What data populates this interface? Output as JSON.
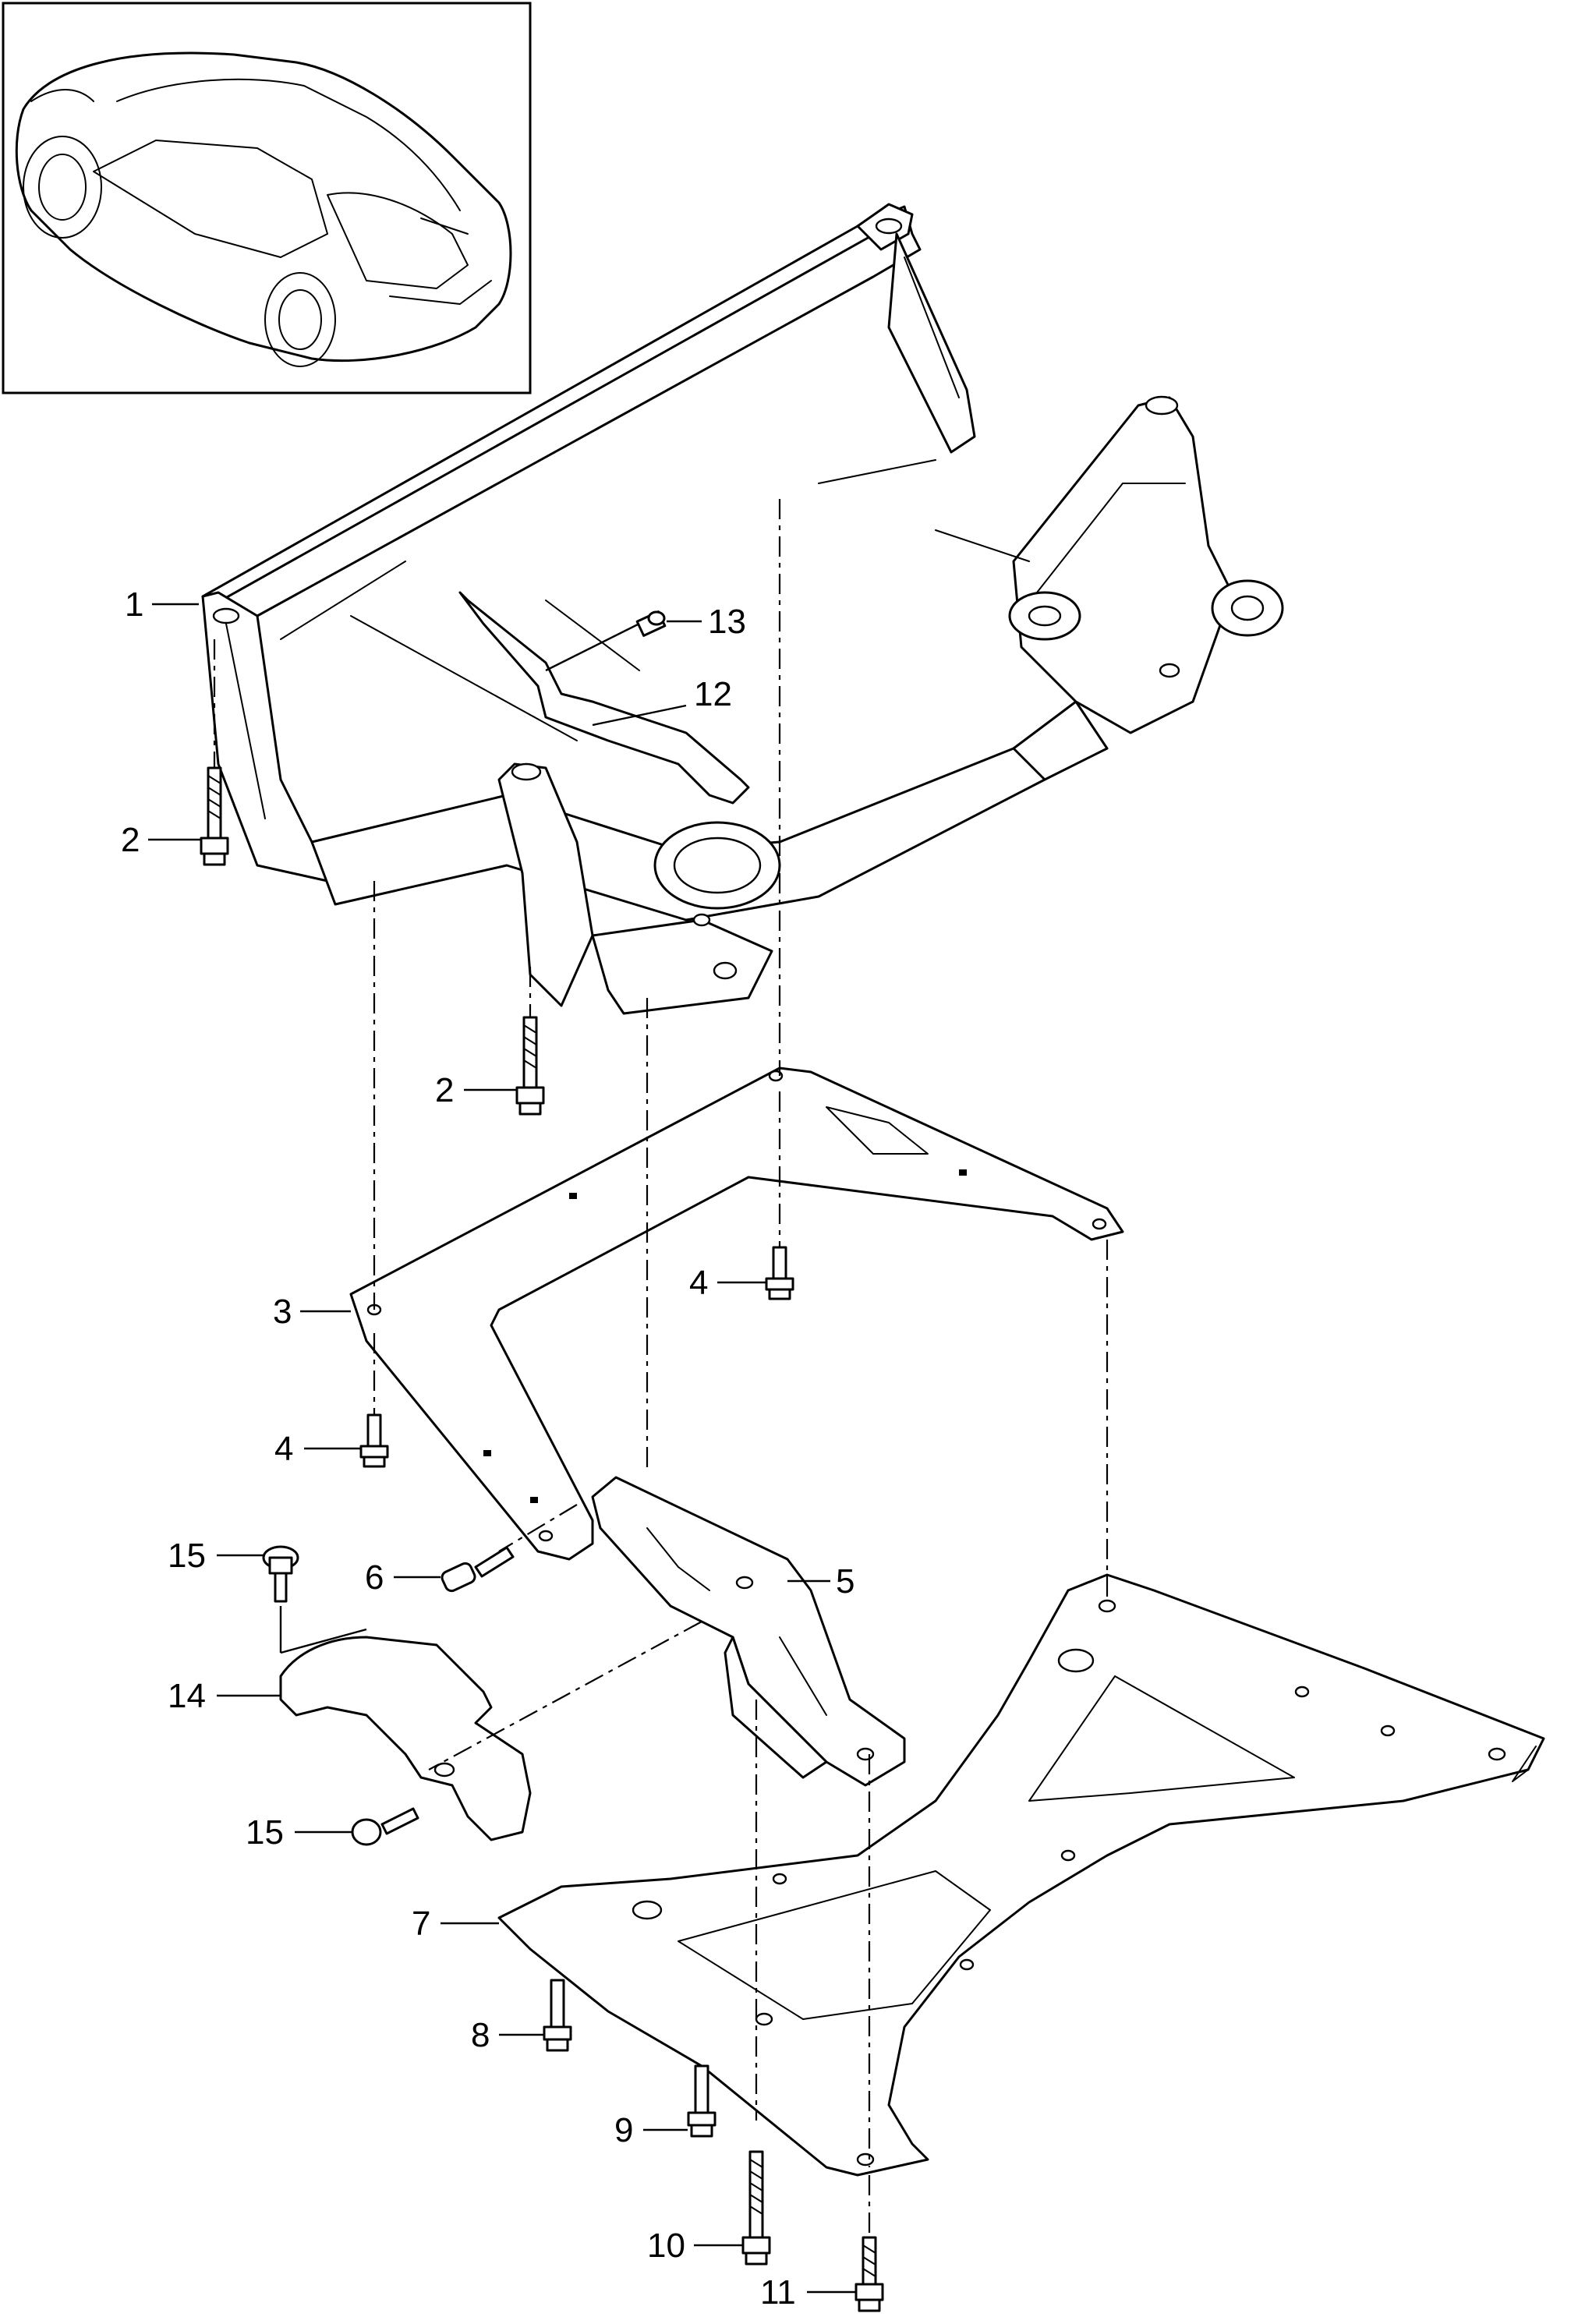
{
  "diagram": {
    "callouts": [
      {
        "id": "c1",
        "label": "1"
      },
      {
        "id": "c2a",
        "label": "2"
      },
      {
        "id": "c2b",
        "label": "2"
      },
      {
        "id": "c3",
        "label": "3"
      },
      {
        "id": "c4a",
        "label": "4"
      },
      {
        "id": "c4b",
        "label": "4"
      },
      {
        "id": "c5",
        "label": "5"
      },
      {
        "id": "c6",
        "label": "6"
      },
      {
        "id": "c7",
        "label": "7"
      },
      {
        "id": "c8",
        "label": "8"
      },
      {
        "id": "c9",
        "label": "9"
      },
      {
        "id": "c10",
        "label": "10"
      },
      {
        "id": "c11",
        "label": "11"
      },
      {
        "id": "c12",
        "label": "12"
      },
      {
        "id": "c13",
        "label": "13"
      },
      {
        "id": "c14",
        "label": "14"
      },
      {
        "id": "c15a",
        "label": "15"
      },
      {
        "id": "c15b",
        "label": "15"
      }
    ]
  }
}
